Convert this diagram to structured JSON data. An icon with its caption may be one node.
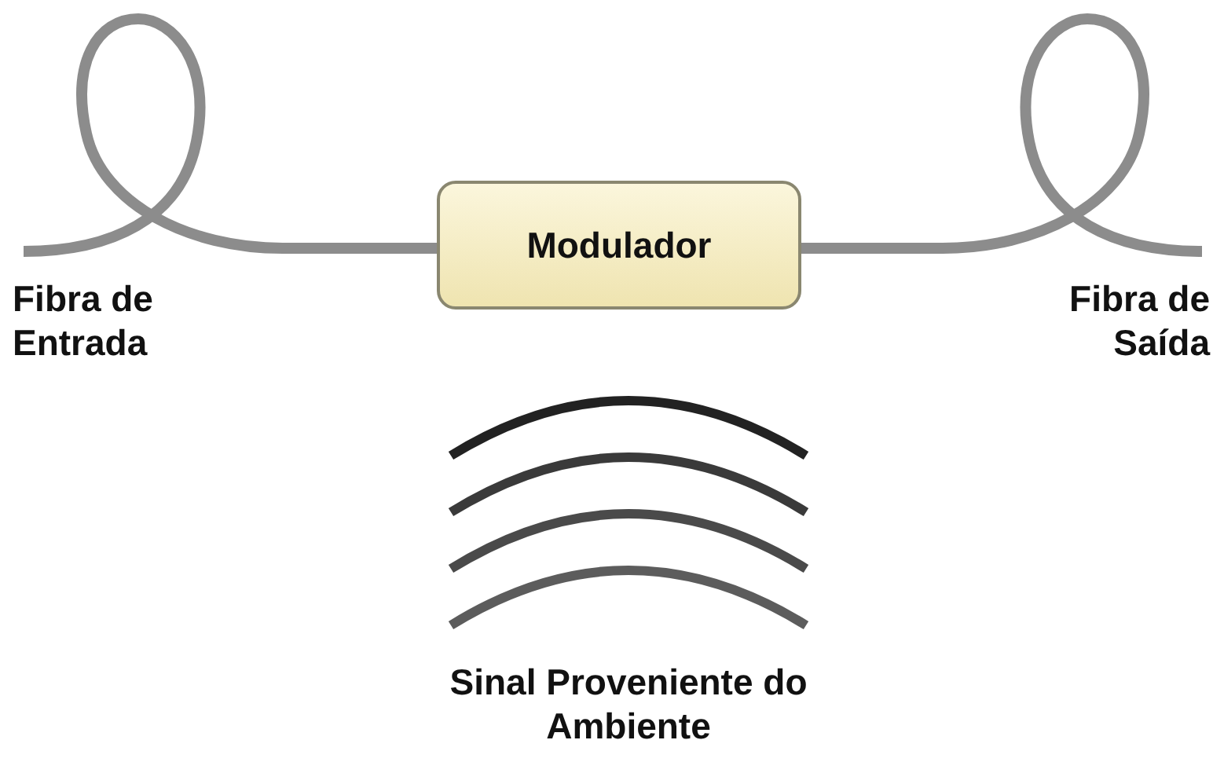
{
  "diagram": {
    "nodes": [
      {
        "text": [
          "Fibra de Entrada"
        ]
      },
      {
        "text": [
          "Modulador"
        ]
      },
      {
        "text": [
          "Fibra de Saída"
        ]
      }
    ],
    "edges": [
      {
        "from": 0,
        "to": 1,
        "arrow": "none"
      },
      {
        "from": 1,
        "to": 2,
        "arrow": "none"
      }
    ],
    "labels": [
      "Sinal Proveniente do Ambiente"
    ]
  }
}
